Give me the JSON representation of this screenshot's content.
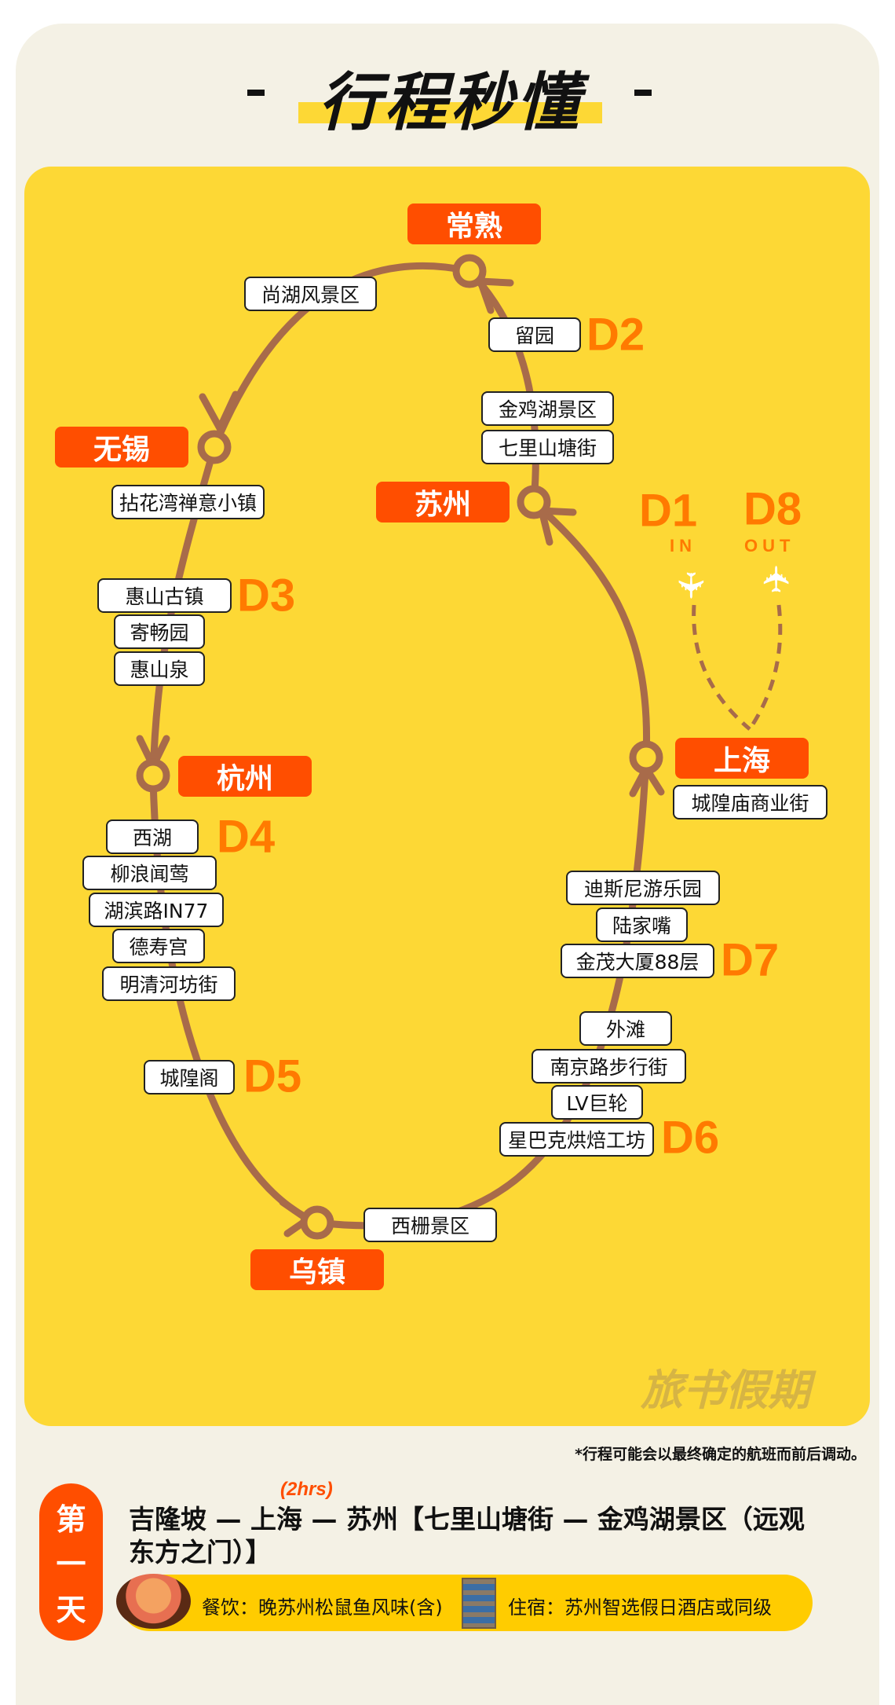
{
  "header": {
    "title": "行程秒懂"
  },
  "cities": {
    "changshu": "常熟",
    "wuxi": "无锡",
    "suzhou": "苏州",
    "hangzhou": "杭州",
    "wuzhen": "乌镇",
    "shanghai": "上海"
  },
  "spots": {
    "shanghu": "尚湖风景区",
    "liuyuan": "留园",
    "jinjihu": "金鸡湖景区",
    "qilishantang": "七里山塘街",
    "nianhuawan": "拈花湾禅意小镇",
    "huishanguzhen": "惠山古镇",
    "jichangyuan": "寄畅园",
    "huishanquan": "惠山泉",
    "xihu": "西湖",
    "liulang": "柳浪闻莺",
    "hubinlu": "湖滨路IN77",
    "deshougong": "德寿宫",
    "mingqing": "明清河坊街",
    "chenghuangge": "城隍阁",
    "xizha": "西栅景区",
    "chenghuangmiao": "城隍庙商业街",
    "disney": "迪斯尼游乐园",
    "lujiazui": "陆家嘴",
    "jinmao": "金茂大厦88层",
    "waitan": "外滩",
    "nanjinglu": "南京路步行街",
    "lv": "LV巨轮",
    "starbucks": "星巴克烘焙工坊"
  },
  "days": {
    "d1": "D1",
    "d2": "D2",
    "d3": "D3",
    "d4": "D4",
    "d5": "D5",
    "d6": "D6",
    "d7": "D7",
    "d8": "D8",
    "in": "IN",
    "out": "OUT"
  },
  "watermark": "旅书假期",
  "note": "*行程可能会以最终确定的航班而前后调动。",
  "day1": {
    "badge": [
      "第",
      "一",
      "天"
    ],
    "duration": "(2hrs)",
    "route": "吉隆坡 — 上海 — 苏州【七里山塘街 — 金鸡湖景区（远观东方之门）】",
    "meal": "餐饮：晚苏州松鼠鱼风味(含)",
    "hotel": "住宿：苏州智选假日酒店或同级"
  },
  "colors": {
    "accent": "#ff4e00",
    "panel": "#fdd835",
    "path": "#a86b4a",
    "day": "#ff7a00"
  }
}
